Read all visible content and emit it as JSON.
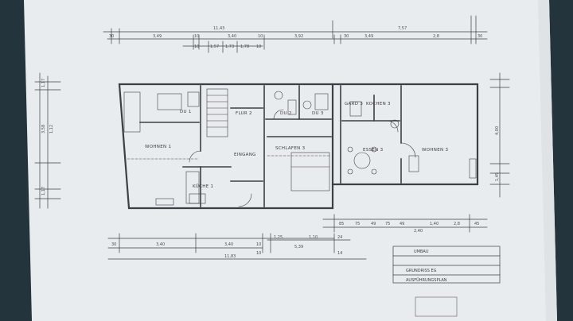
{
  "scene": {
    "description_free": true,
    "background_color": "#23343c",
    "paper_color": "#e9ecef",
    "ink_color": "#3c3f44"
  },
  "top_dimensions": {
    "overall_a": "11,43",
    "overall_b": "7,57",
    "row_1": [
      "30",
      "3,49",
      "10",
      "3,40",
      "10",
      "3,92",
      "30",
      "3,49",
      "2,8",
      "30"
    ],
    "row_2": [
      "10",
      "1,57",
      "1,73",
      "1,78",
      "10"
    ]
  },
  "left_dimensions": [
    "1,17",
    "3,58",
    "1,12",
    "1,17"
  ],
  "right_dimensions": [
    "4,00",
    "1,45"
  ],
  "bottom_dimensions": {
    "overall": "11,83",
    "row_1": [
      "30",
      "3,40",
      "3,40",
      "10",
      "1,25",
      "1,10",
      "24"
    ],
    "row_2": [
      "10",
      "5,39",
      "14"
    ],
    "right_row": [
      "85",
      "75",
      "49",
      "75",
      "49",
      "1,40",
      "2,8",
      "45"
    ],
    "right_total": "2,40"
  },
  "rooms": {
    "wohnen_1": "WOHNEN 1",
    "du_1": "DU 1",
    "flur_2": "FLUR 2",
    "du_2": "DU 2",
    "du_3": "DU 3",
    "garderobe_3": "GARD 3",
    "kochen_3": "KOCHEN 3",
    "essen_3": "ESSEN 3",
    "wohnen_3": "WOHNEN 3",
    "eingang": "EINGANG",
    "schlafen_3": "SCHLAFEN 3",
    "kueche_1": "KÜCHE 1"
  },
  "title_block": {
    "line_1": "UMBAU",
    "line_2": "GRUNDRISS EG",
    "line_3": "AUSFÜHRUNGSPLAN"
  }
}
